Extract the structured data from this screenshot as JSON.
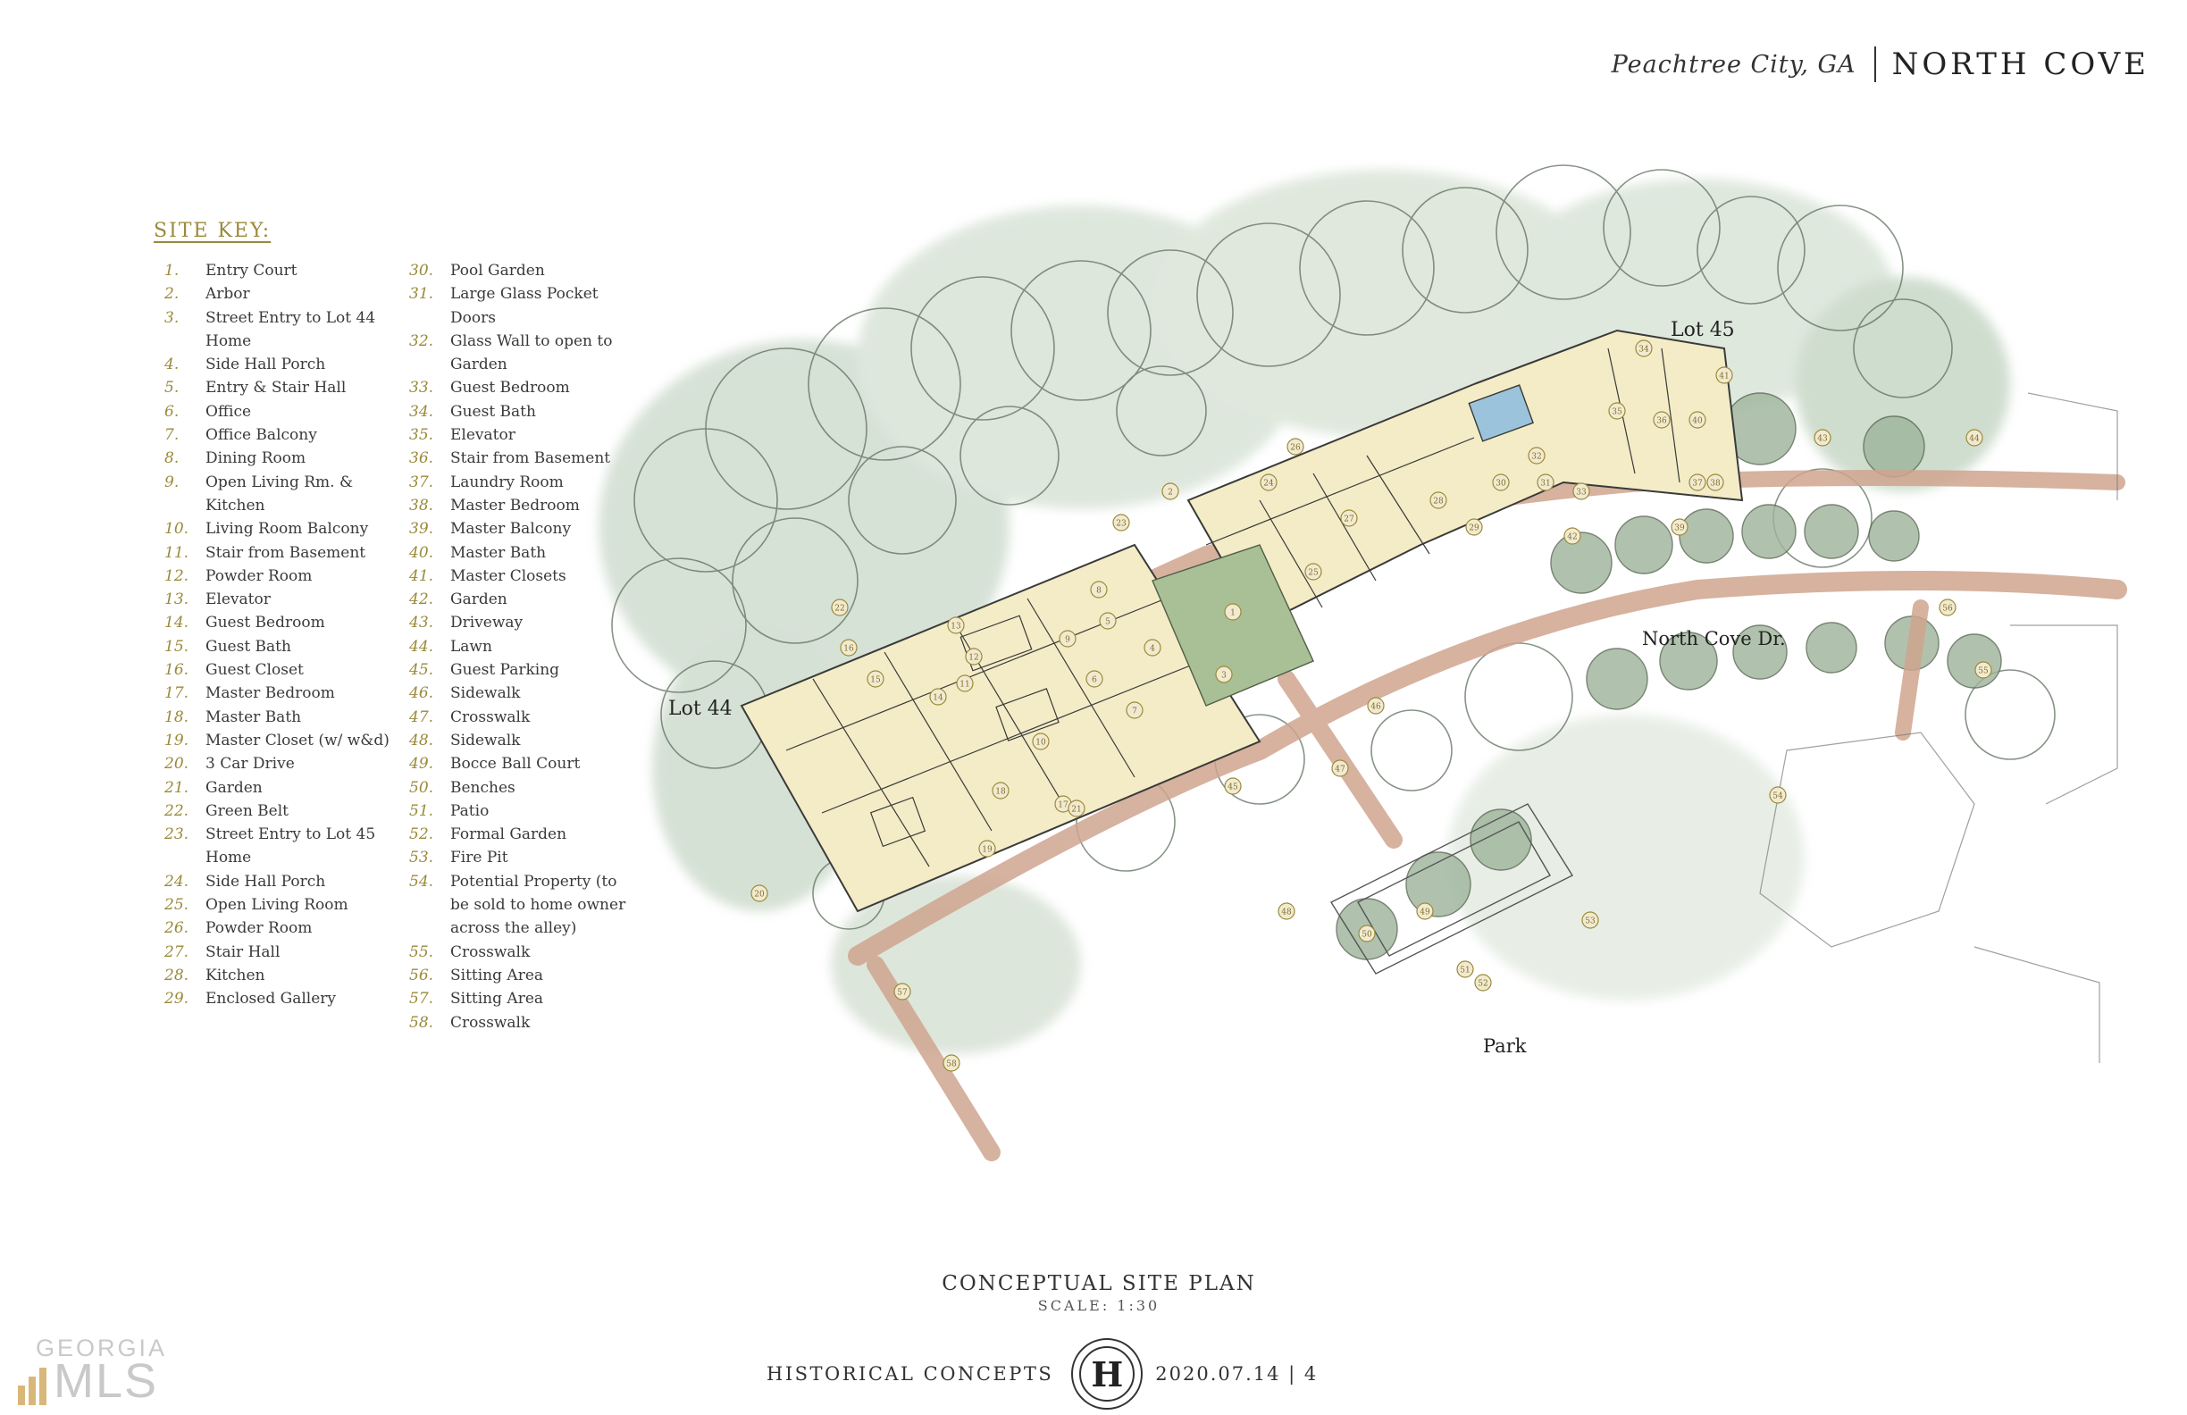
{
  "header": {
    "city": "Peachtree City, GA",
    "project": "NORTH COVE"
  },
  "site_key": {
    "title": "SITE KEY:",
    "items": [
      {
        "num": "1.",
        "text": "Entry Court"
      },
      {
        "num": "2.",
        "text": "Arbor"
      },
      {
        "num": "3.",
        "text": "Street Entry to Lot 44 Home"
      },
      {
        "num": "4.",
        "text": "Side Hall Porch"
      },
      {
        "num": "5.",
        "text": "Entry & Stair Hall"
      },
      {
        "num": "6.",
        "text": "Office"
      },
      {
        "num": "7.",
        "text": "Office Balcony"
      },
      {
        "num": "8.",
        "text": "Dining Room"
      },
      {
        "num": "9.",
        "text": "Open Living Rm. & Kitchen"
      },
      {
        "num": "10.",
        "text": "Living Room Balcony"
      },
      {
        "num": "11.",
        "text": "Stair from Basement"
      },
      {
        "num": "12.",
        "text": "Powder Room"
      },
      {
        "num": "13.",
        "text": "Elevator"
      },
      {
        "num": "14.",
        "text": "Guest Bedroom"
      },
      {
        "num": "15.",
        "text": "Guest Bath"
      },
      {
        "num": "16.",
        "text": "Guest Closet"
      },
      {
        "num": "17.",
        "text": "Master Bedroom"
      },
      {
        "num": "18.",
        "text": "Master Bath"
      },
      {
        "num": "19.",
        "text": "Master Closet (w/ w&d)"
      },
      {
        "num": "20.",
        "text": "3 Car Drive"
      },
      {
        "num": "21.",
        "text": "Garden"
      },
      {
        "num": "22.",
        "text": "Green Belt"
      },
      {
        "num": "23.",
        "text": "Street Entry to Lot 45 Home"
      },
      {
        "num": "24.",
        "text": "Side Hall Porch"
      },
      {
        "num": "25.",
        "text": "Open Living Room"
      },
      {
        "num": "26.",
        "text": "Powder Room"
      },
      {
        "num": "27.",
        "text": "Stair Hall"
      },
      {
        "num": "28.",
        "text": "Kitchen"
      },
      {
        "num": "29.",
        "text": "Enclosed Gallery"
      },
      {
        "num": "30.",
        "text": "Pool Garden"
      },
      {
        "num": "31.",
        "text": "Large Glass Pocket Doors"
      },
      {
        "num": "32.",
        "text": "Glass Wall to open to Garden"
      },
      {
        "num": "33.",
        "text": "Guest Bedroom"
      },
      {
        "num": "34.",
        "text": "Guest Bath"
      },
      {
        "num": "35.",
        "text": "Elevator"
      },
      {
        "num": "36.",
        "text": "Stair from Basement"
      },
      {
        "num": "37.",
        "text": "Laundry Room"
      },
      {
        "num": "38.",
        "text": "Master Bedroom"
      },
      {
        "num": "39.",
        "text": "Master Balcony"
      },
      {
        "num": "40.",
        "text": "Master Bath"
      },
      {
        "num": "41.",
        "text": "Master Closets"
      },
      {
        "num": "42.",
        "text": "Garden"
      },
      {
        "num": "43.",
        "text": "Driveway"
      },
      {
        "num": "44.",
        "text": "Lawn"
      },
      {
        "num": "45.",
        "text": "Guest Parking"
      },
      {
        "num": "46.",
        "text": "Sidewalk"
      },
      {
        "num": "47.",
        "text": "Crosswalk"
      },
      {
        "num": "48.",
        "text": "Sidewalk"
      },
      {
        "num": "49.",
        "text": "Bocce Ball Court"
      },
      {
        "num": "50.",
        "text": "Benches"
      },
      {
        "num": "51.",
        "text": "Patio"
      },
      {
        "num": "52.",
        "text": "Formal Garden"
      },
      {
        "num": "53.",
        "text": "Fire Pit"
      },
      {
        "num": "54.",
        "text": "Potential Property (to be sold to home owner across the alley)"
      },
      {
        "num": "55.",
        "text": "Crosswalk"
      },
      {
        "num": "56.",
        "text": "Sitting Area"
      },
      {
        "num": "57.",
        "text": "Sitting Area"
      },
      {
        "num": "58.",
        "text": "Crosswalk"
      }
    ]
  },
  "plan_labels": {
    "lot45": "Lot 45",
    "lot44": "Lot 44",
    "street": "North Cove Dr.",
    "park": "Park"
  },
  "plan_markers": [
    "1",
    "2",
    "3",
    "4",
    "5",
    "6",
    "7",
    "8",
    "9",
    "10",
    "11",
    "12",
    "13",
    "14",
    "15",
    "16",
    "17",
    "18",
    "19",
    "20",
    "21",
    "22",
    "23",
    "24",
    "25",
    "26",
    "27",
    "28",
    "29",
    "30",
    "31",
    "32",
    "33",
    "34",
    "35",
    "36",
    "37",
    "38",
    "39",
    "40",
    "41",
    "42",
    "43",
    "44",
    "45",
    "46",
    "47",
    "48",
    "49",
    "50",
    "51",
    "52",
    "53",
    "54",
    "55",
    "56",
    "57",
    "58"
  ],
  "footer": {
    "title": "CONCEPTUAL SITE PLAN",
    "scale": "SCALE: 1:30",
    "firm": "HISTORICAL CONCEPTS",
    "seal_letter": "H",
    "date_page": "2020.07.14  |  4"
  },
  "watermark": {
    "top": "GEORGIA",
    "bottom": "MLS"
  },
  "colors": {
    "key_gold": "#9a8a3a",
    "tree_green": "#8fae8f",
    "building_cream": "#f3ecc6",
    "path_tan": "#cfa58f"
  }
}
